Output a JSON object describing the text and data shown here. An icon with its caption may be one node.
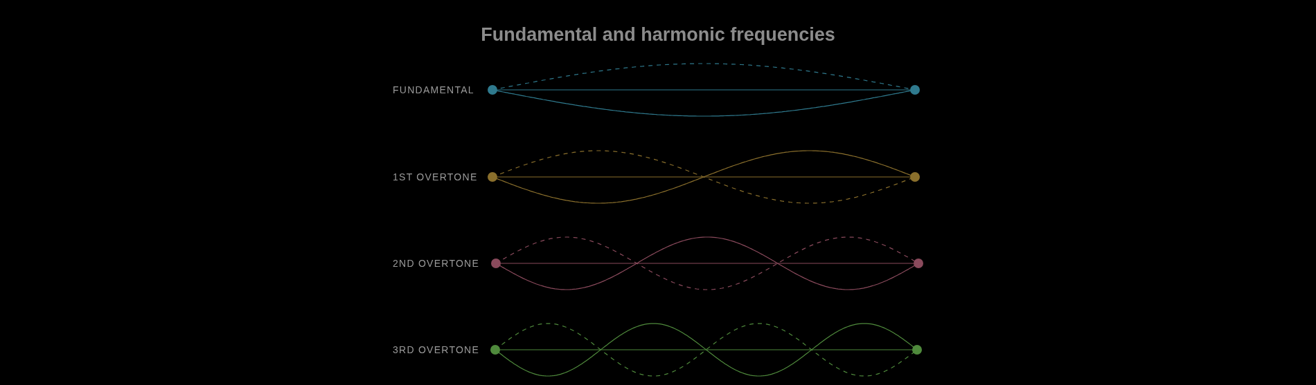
{
  "diagram": {
    "title": "Fundamental and harmonic frequencies",
    "nodes": [
      {
        "text": [],
        "shape": "circle"
      },
      {
        "text": [],
        "shape": "circle"
      },
      {
        "text": [],
        "shape": "circle"
      },
      {
        "text": [],
        "shape": "circle"
      },
      {
        "text": [],
        "shape": "circle"
      },
      {
        "text": [],
        "shape": "circle"
      },
      {
        "text": [],
        "shape": "circle"
      },
      {
        "text": [],
        "shape": "circle"
      }
    ],
    "edges": [
      {
        "from": 0,
        "to": 1,
        "arrow": "none",
        "color": "#2f7a8e"
      },
      {
        "from": 2,
        "to": 3,
        "arrow": "none",
        "color": "#8a6f2c"
      },
      {
        "from": 4,
        "to": 5,
        "arrow": "none",
        "color": "#8a4a5c"
      },
      {
        "from": 6,
        "to": 7,
        "arrow": "none",
        "color": "#4f8a3c"
      }
    ],
    "labels": [
      "FUNDAMENTAL",
      "1ST OVERTONE",
      "2ND OVERTONE",
      "3RD OVERTONE"
    ]
  }
}
